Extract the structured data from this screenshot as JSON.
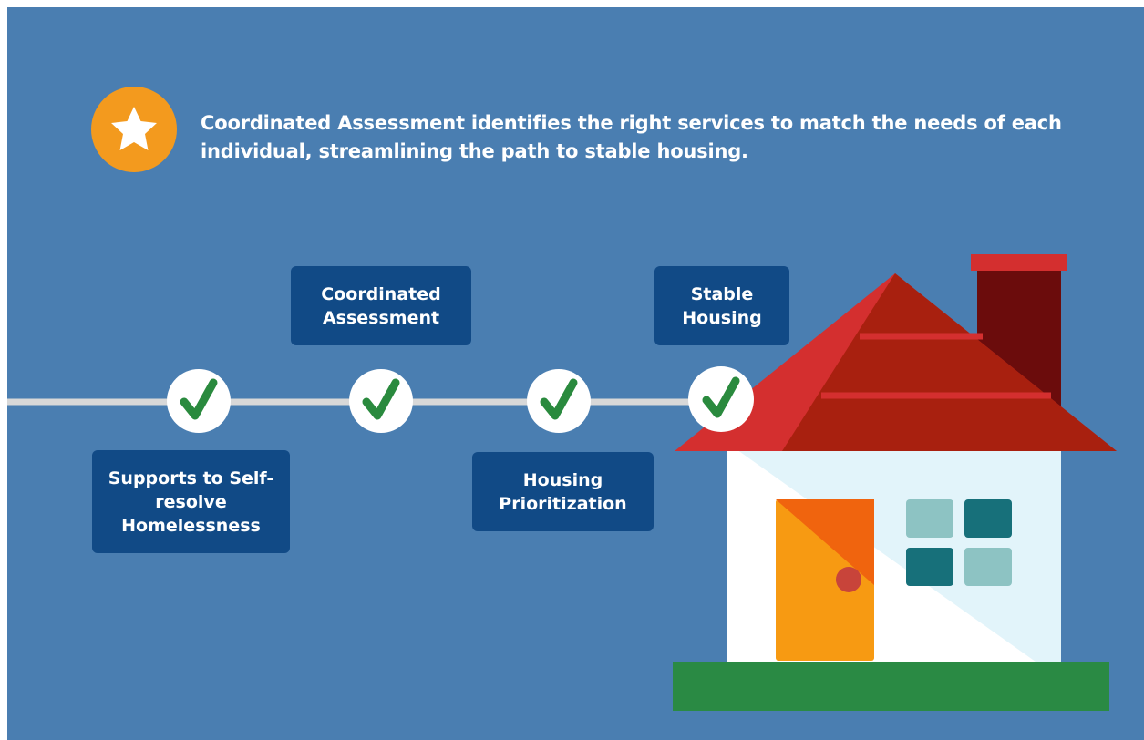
{
  "intro": {
    "icon": "star-icon",
    "text": "Coordinated Assessment identifies the right services to match the needs of each individual, streamlining the path to stable housing."
  },
  "steps": [
    {
      "label": "Supports to Self-resolve Homelessness",
      "position": "below",
      "icon": "checkmark-icon"
    },
    {
      "label": "Coordinated Assessment",
      "position": "above",
      "icon": "checkmark-icon"
    },
    {
      "label": "Housing Prioritization",
      "position": "below",
      "icon": "checkmark-icon"
    },
    {
      "label": "Stable Housing",
      "position": "above",
      "icon": "checkmark-icon"
    }
  ],
  "illustration": {
    "icon": "house-icon"
  },
  "colors": {
    "background": "#4a7eb1",
    "label_box": "#114a86",
    "star_circle": "#f39a1e",
    "checkmark": "#2a8a3e",
    "roof": "#d42f2f",
    "door": "#f79a12",
    "grass": "#2a8a44"
  }
}
